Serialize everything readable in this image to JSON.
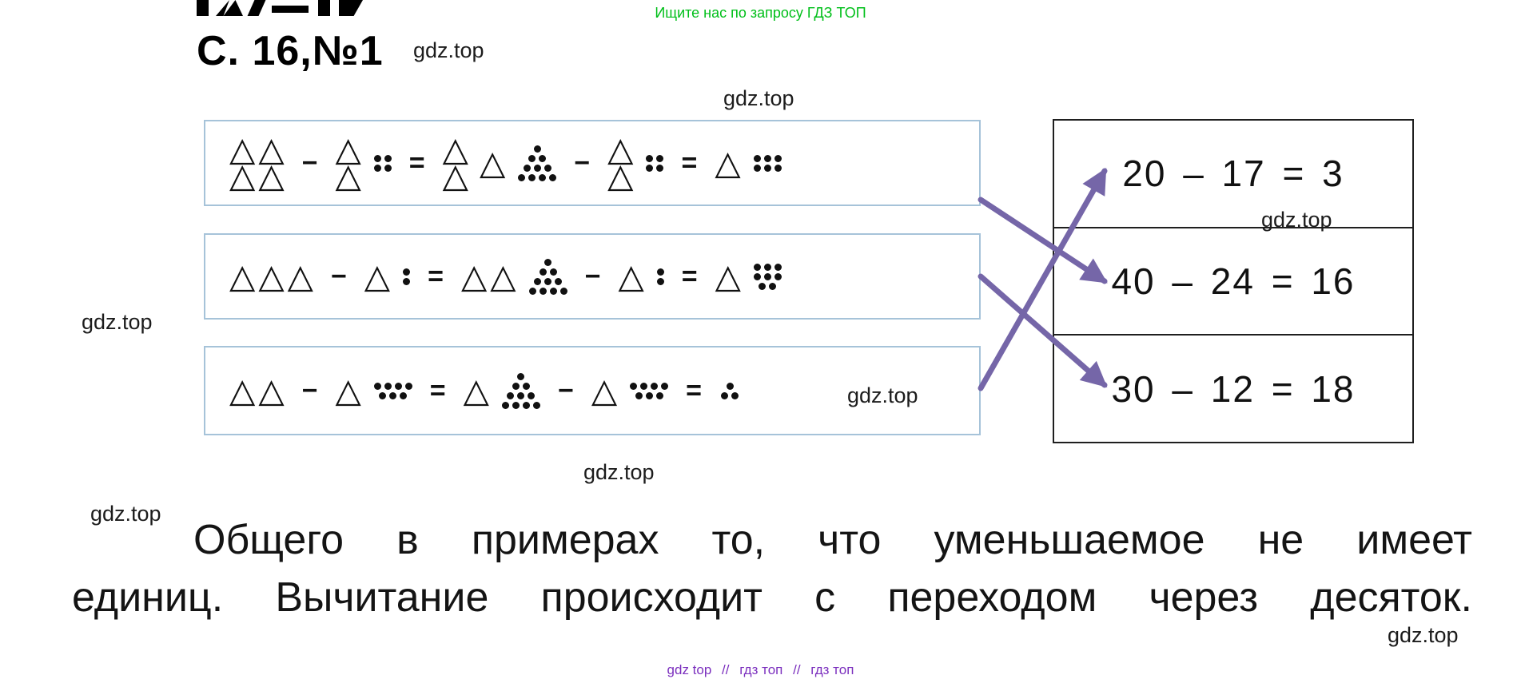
{
  "banner": {
    "text": "Ищите нас по запросу ГДЗ ТОП"
  },
  "heading": "С. 16,№1",
  "watermark": "gdz.top",
  "table": {
    "rows": [
      {
        "text": "20 – 17 = 3"
      },
      {
        "text": "40 – 24 = 16"
      },
      {
        "text": "30 – 12 = 18"
      }
    ]
  },
  "diagrams": [
    {
      "maps_to": "40 – 24 = 16",
      "tokens": [
        {
          "k": "tri",
          "rows": [
            2,
            2
          ]
        },
        {
          "k": "op",
          "v": "−"
        },
        {
          "k": "tri",
          "rows": [
            1,
            1
          ]
        },
        {
          "k": "dots",
          "rows": [
            2,
            2
          ]
        },
        {
          "k": "op",
          "v": "="
        },
        {
          "k": "tri",
          "rows": [
            1,
            1
          ]
        },
        {
          "k": "tri",
          "rows": [
            1
          ]
        },
        {
          "k": "dots",
          "rows": [
            1,
            2,
            3,
            4
          ],
          "pyr": true
        },
        {
          "k": "op",
          "v": "−"
        },
        {
          "k": "tri",
          "rows": [
            1,
            1
          ]
        },
        {
          "k": "dots",
          "rows": [
            2,
            2
          ]
        },
        {
          "k": "op",
          "v": "="
        },
        {
          "k": "tri",
          "rows": [
            1
          ]
        },
        {
          "k": "dots",
          "rows": [
            3,
            3
          ]
        }
      ]
    },
    {
      "maps_to": "30 – 12 = 18",
      "tokens": [
        {
          "k": "tri",
          "rows": [
            3
          ]
        },
        {
          "k": "op",
          "v": "−"
        },
        {
          "k": "tri",
          "rows": [
            1
          ]
        },
        {
          "k": "dots",
          "rows": [
            1,
            1
          ]
        },
        {
          "k": "op",
          "v": "="
        },
        {
          "k": "tri",
          "rows": [
            2
          ]
        },
        {
          "k": "dots",
          "rows": [
            1,
            2,
            3,
            4
          ],
          "pyr": true
        },
        {
          "k": "op",
          "v": "−"
        },
        {
          "k": "tri",
          "rows": [
            1
          ]
        },
        {
          "k": "dots",
          "rows": [
            1,
            1
          ]
        },
        {
          "k": "op",
          "v": "="
        },
        {
          "k": "tri",
          "rows": [
            1
          ]
        },
        {
          "k": "dots",
          "rows": [
            3,
            3,
            2
          ]
        }
      ]
    },
    {
      "maps_to": "20 – 17 = 3",
      "tokens": [
        {
          "k": "tri",
          "rows": [
            2
          ]
        },
        {
          "k": "op",
          "v": "−"
        },
        {
          "k": "tri",
          "rows": [
            1
          ]
        },
        {
          "k": "dots",
          "rows": [
            4,
            3
          ]
        },
        {
          "k": "op",
          "v": "="
        },
        {
          "k": "tri",
          "rows": [
            1
          ]
        },
        {
          "k": "dots",
          "rows": [
            1,
            2,
            3,
            4
          ],
          "pyr": true
        },
        {
          "k": "op",
          "v": "−"
        },
        {
          "k": "tri",
          "rows": [
            1
          ]
        },
        {
          "k": "dots",
          "rows": [
            4,
            3
          ]
        },
        {
          "k": "op",
          "v": "="
        },
        {
          "k": "dots",
          "rows": [
            1,
            2
          ]
        }
      ]
    }
  ],
  "answer": {
    "lines": [
      "Общего в примерах то, что уменьшаемое не имеет",
      "единиц. Вычитание происходит с переходом через десяток."
    ]
  },
  "footer": {
    "links": [
      "gdz top",
      "гдз топ",
      "гдз топ"
    ],
    "separator": "//"
  },
  "colors": {
    "banner_green": "#00bf19",
    "arrow_purple": "#7566a8",
    "link_purple": "#7b2fbe",
    "box_border": "#a6c3d9"
  }
}
